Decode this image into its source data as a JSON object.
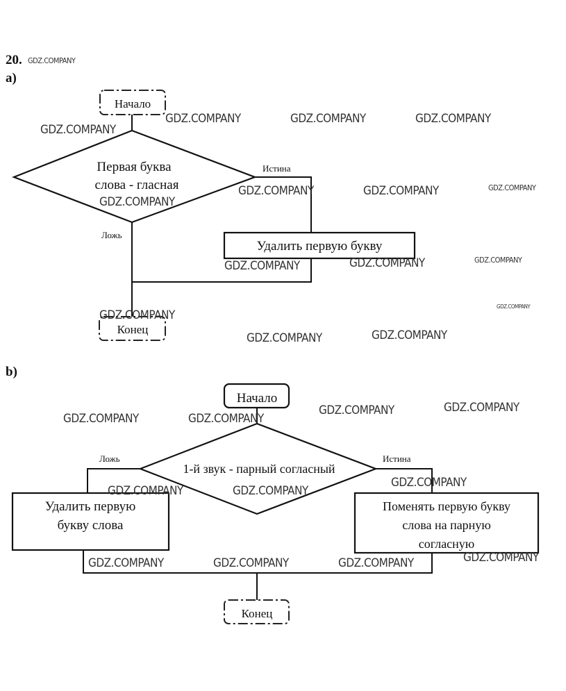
{
  "header": {
    "number": "20.",
    "watermark": "GDZ.COMPANY"
  },
  "part_a": {
    "label": "a)",
    "start": "Начало",
    "decision": [
      "Первая буква",
      "слова - гласная"
    ],
    "true_label": "Истина",
    "false_label": "Ложь",
    "action": "Удалить первую букву",
    "end": "Конец"
  },
  "part_b": {
    "label": "b)",
    "start": "Начало",
    "decision": "1-й звук - парный согласный",
    "true_label": "Истина",
    "false_label": "Ложь",
    "action_false": [
      "Удалить первую",
      "букву слова"
    ],
    "action_true": [
      "Поменять первую букву",
      "слова на парную",
      "согласную"
    ],
    "end": "Конец"
  },
  "watermark_text": "GDZ.COMPANY"
}
